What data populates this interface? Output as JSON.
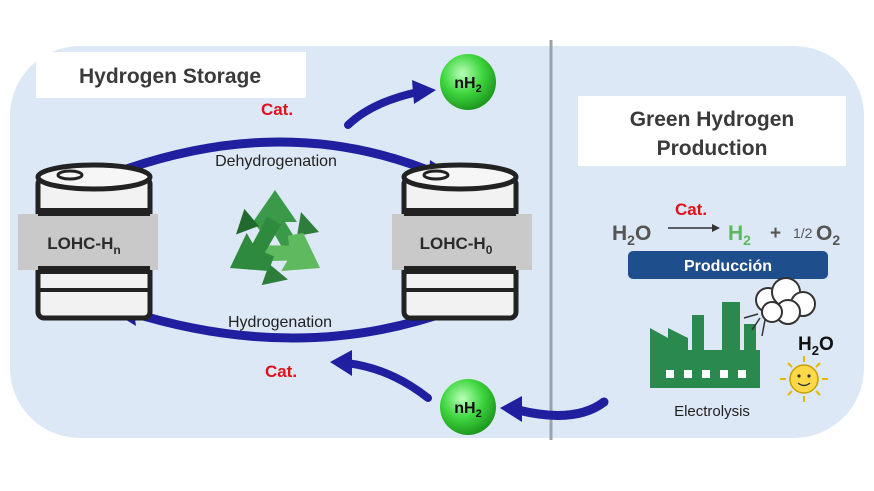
{
  "left_panel": {
    "title": "Hydrogen Storage",
    "dehydrogenation_label": "Dehydrogenation",
    "hydrogenation_label": "Hydrogenation",
    "top_catalyst": "Cat.",
    "bottom_catalyst": "Cat.",
    "left_tank": {
      "label_base": "LOHC-H",
      "label_sub": "n"
    },
    "right_tank": {
      "label_base": "LOHC-H",
      "label_sub": "0"
    },
    "h2_top": {
      "base": "nH",
      "sub": "2"
    },
    "h2_bottom": {
      "base": "nH",
      "sub": "2"
    },
    "icon": "recycle-icon"
  },
  "right_panel": {
    "title_line1": "Green Hydrogen",
    "title_line2": "Production",
    "reaction": {
      "catalyst": "Cat.",
      "reactant_base": "H",
      "reactant_sub": "2",
      "reactant_tail": "O",
      "product1_base": "H",
      "product1_sub": "2",
      "plus": "+",
      "coef": "1/2",
      "product2_base": "O",
      "product2_sub": "2"
    },
    "production_badge": "Producción",
    "water_base": "H",
    "water_sub": "2",
    "water_tail": "O",
    "electrolysis_label": "Electrolysis",
    "icons": [
      "factory-icon",
      "wind-cloud-icon",
      "sun-icon"
    ]
  },
  "colors": {
    "panel_bg": "#dce8f5",
    "arrow_blue": "#1f1fa0",
    "catalyst_red": "#e0101a",
    "h2_green": "#4bd64b",
    "recycle_green": "#2e8b3e",
    "factory_green": "#2a8a4e",
    "badge_blue": "#1f4e8c",
    "product_green": "#5cb85c"
  }
}
